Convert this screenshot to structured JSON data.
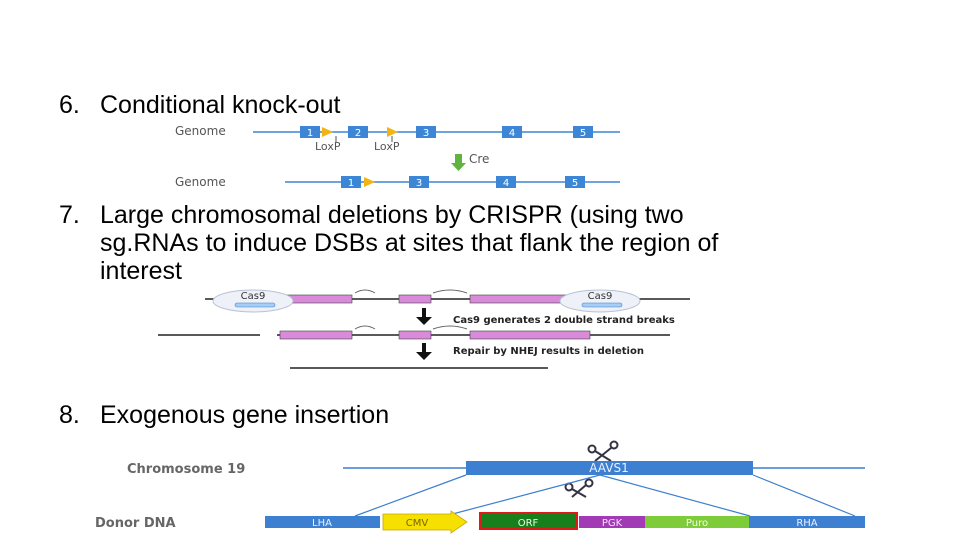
{
  "items": [
    {
      "number": "6.",
      "lines": [
        "Conditional knock-out"
      ]
    },
    {
      "number": "7.",
      "lines": [
        "Large chromosomal deletions by CRISPR (using two",
        "sg.RNAs to induce DSBs at sites that flank the region of",
        "interest"
      ]
    },
    {
      "number": "8.",
      "lines": [
        "Exogenous gene insertion"
      ]
    }
  ],
  "diagram_lox": {
    "row1_label": "Genome",
    "row2_label": "Genome",
    "row1_exons": [
      "1",
      "2",
      "3",
      "4",
      "5"
    ],
    "row2_exons": [
      "1",
      "3",
      "4",
      "5"
    ],
    "loxp_labels": [
      "LoxP",
      "LoxP"
    ],
    "recombinase": "Cre",
    "exon_color": "#3d86d6",
    "loxp_color": "#f2b315",
    "arrow_color": "#5fb441"
  },
  "diagram_crispr": {
    "enzyme_labels": [
      "Cas9",
      "Cas9"
    ],
    "step1": "Cas9 generates 2 double strand breaks",
    "step2": "Repair by NHEJ results in deletion",
    "segment_color": "#d98ad9"
  },
  "diagram_aavs1": {
    "chromosome_label": "Chromosome 19",
    "locus_label": "AAVS1",
    "donor_label": "Donor DNA",
    "donor_parts": [
      "LHA",
      "CMV",
      "ORF",
      "PGK",
      "Puro",
      "RHA"
    ],
    "colors": {
      "blue": "#3d7fd0",
      "cmv": "#f5e000",
      "orf": "#17801c",
      "orf_border": "#e01a1a",
      "pgk": "#a23ab5",
      "puro": "#7fcc3a"
    }
  }
}
